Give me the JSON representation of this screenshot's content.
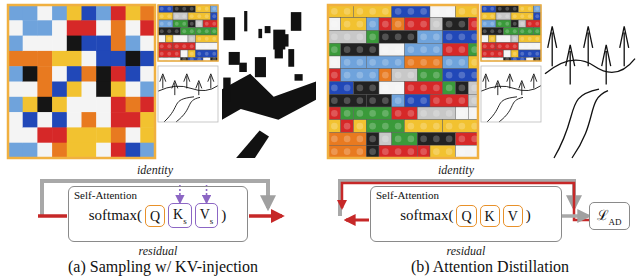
{
  "diagram": {
    "nodes": [
      {
        "text": [
          "Self-Attention",
          "softmax(",
          ")"
        ]
      },
      {
        "text": [
          "Q"
        ],
        "in": 0
      },
      {
        "text": [
          "K",
          "s"
        ],
        "in": 0
      },
      {
        "text": [
          "V",
          "s"
        ],
        "in": 0
      },
      {
        "text": [
          "Self-Attention",
          "softmax(",
          ")"
        ]
      },
      {
        "text": [
          "Q"
        ],
        "in": 4
      },
      {
        "text": [
          "K"
        ],
        "in": 4
      },
      {
        "text": [
          "V"
        ],
        "in": 4
      },
      {
        "text": [
          "ℒ",
          "AD"
        ]
      }
    ],
    "edges": [
      {
        "from": 4,
        "to": 8,
        "arrow": "to"
      }
    ],
    "labels": [
      "identity",
      "residual",
      "(a) Sampling w/ KV-injection",
      "identity",
      "residual",
      "(b) Attention Distillation"
    ]
  }
}
